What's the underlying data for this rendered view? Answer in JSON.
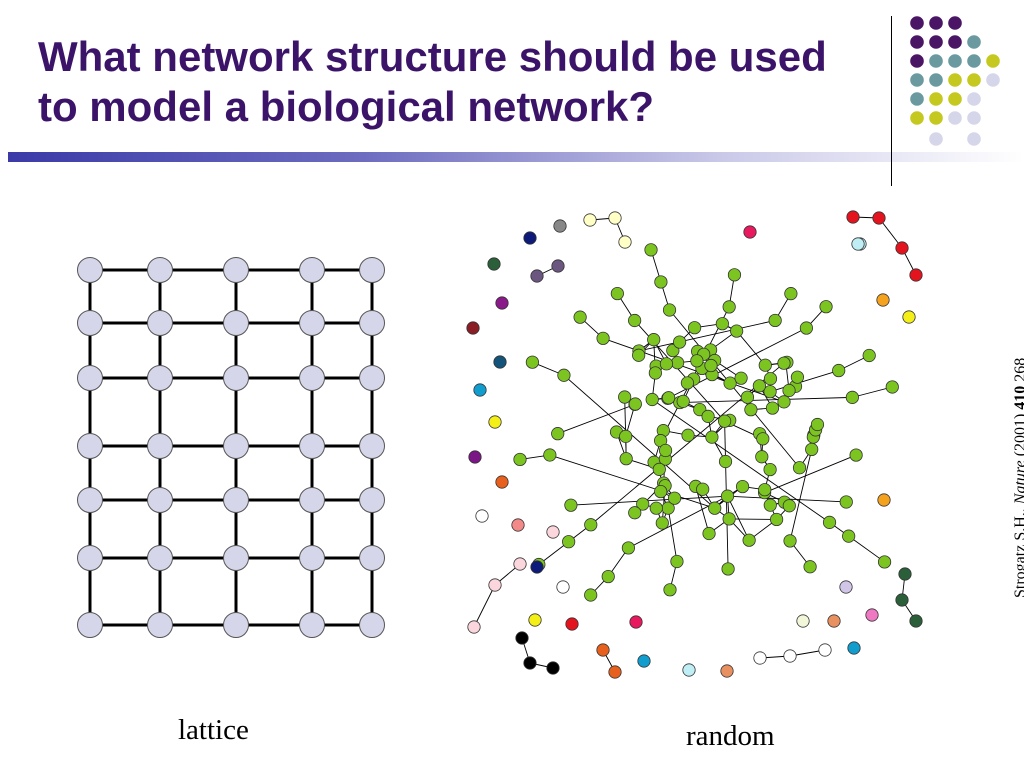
{
  "slide": {
    "title": "What network structure should be used to model a biological network?"
  },
  "colors": {
    "title": "#3b1469",
    "node_lattice": "#d6d6ea",
    "edge": "#000000",
    "node_random_main": "#7cc520",
    "dot_grid": [
      "#4b1566",
      "#6a9aa0",
      "#c5c81e",
      "#d6d6ea"
    ]
  },
  "captions": {
    "lattice": "lattice",
    "random": "random"
  },
  "citation": {
    "authors": "Strogatz S.H.,",
    "journal": "Nature",
    "year": "(2001)",
    "volume": "410",
    "page": "268"
  },
  "diagram": {
    "lattice": {
      "rows": 7,
      "cols": 5
    },
    "random": {
      "main_component_nodes": 150,
      "isolated_nodes_and_small_components": "many"
    }
  }
}
